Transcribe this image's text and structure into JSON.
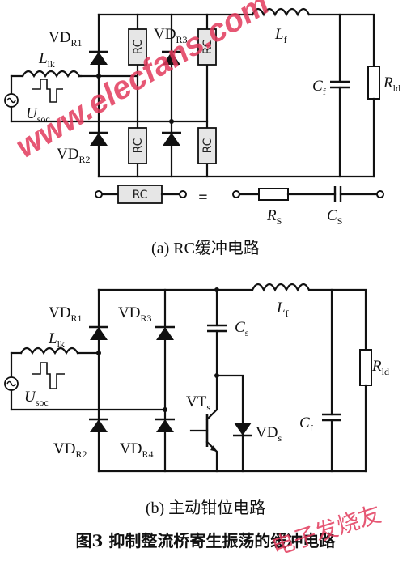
{
  "panel_a": {
    "caption": "(a)  RC缓冲电路",
    "labels": {
      "vd_r1": "VD",
      "vd_r1_sub": "R1",
      "vd_r3": "VD",
      "vd_r3_sub": "R3",
      "vd_r2": "VD",
      "vd_r2_sub": "R2",
      "l_lk": "L",
      "l_lk_sub": "lk",
      "u_soc": "U",
      "u_soc_sub": "soc",
      "l_f": "L",
      "l_f_sub": "f",
      "c_f": "C",
      "c_f_sub": "f",
      "r_ld": "R",
      "r_ld_sub": "ld",
      "r_s": "R",
      "r_s_sub": "S",
      "c_s": "C",
      "c_s_sub": "S"
    },
    "rc_label": "RC",
    "equals": "="
  },
  "panel_b": {
    "caption": "(b)  主动钳位电路",
    "labels": {
      "vd_r1": "VD",
      "vd_r1_sub": "R1",
      "vd_r3": "VD",
      "vd_r3_sub": "R3",
      "vd_r2": "VD",
      "vd_r2_sub": "R2",
      "vd_r4": "VD",
      "vd_r4_sub": "R4",
      "l_lk": "L",
      "l_lk_sub": "lk",
      "u_soc": "U",
      "u_soc_sub": "soc",
      "c_s": "C",
      "c_s_sub": "s",
      "l_f": "L",
      "l_f_sub": "f",
      "r_ld": "R",
      "r_ld_sub": "ld",
      "vt_s": "VT",
      "vt_s_sub": "s",
      "vd_s": "VD",
      "vd_s_sub": "s",
      "c_f": "C",
      "c_f_sub": "f"
    }
  },
  "figure_caption": "图3   抑制整流桥寄生振荡的缓冲电路",
  "watermark": {
    "text": "www.elecfans.com",
    "brand": "电子发烧友"
  },
  "colors": {
    "ink": "#111111",
    "rc_fill": "#e6e6e6",
    "watermark": "#e23a5c"
  }
}
